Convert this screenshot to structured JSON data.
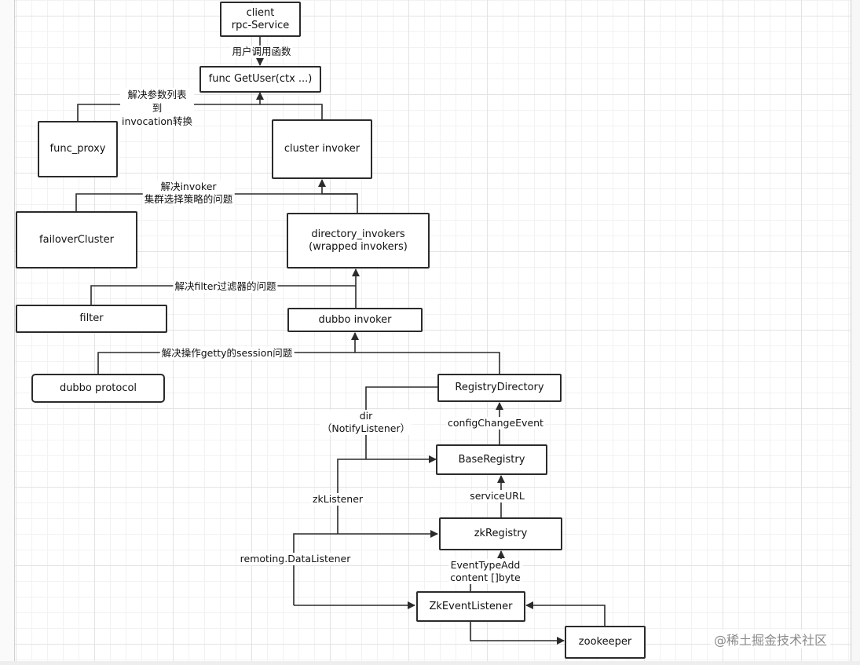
{
  "nodes": {
    "client": "client\nrpc-Service",
    "func_getuser": "func GetUser(ctx ...)",
    "func_proxy": "func_proxy",
    "cluster_invoker": "cluster  invoker",
    "failover_cluster": "failoverCluster",
    "directory_invokers": "directory_invokers\n(wrapped  invokers)",
    "filter": "filter",
    "dubbo_invoker": "dubbo invoker",
    "dubbo_protocol": "dubbo  protocol",
    "registry_directory": "RegistryDirectory",
    "base_registry": "BaseRegistry",
    "zk_registry": "zkRegistry",
    "zk_event_listener": "ZkEventListener",
    "zookeeper": "zookeeper"
  },
  "labels": {
    "user_call": "用户调用函数",
    "resolve_params": "解决参数列表\n到\ninvocation转换",
    "resolve_invoker": "解决invoker\n集群选择策略的问题",
    "resolve_filter": "解决filter过滤器的问题",
    "resolve_getty": "解决操作getty的session问题",
    "dir_notify": "dir\n（NotifyListener）",
    "config_change": "configChangeEvent",
    "zk_listener": "zkListener",
    "service_url": "serviceURL",
    "remoting_data": "remoting.DataListener",
    "event_type": "EventTypeAdd\ncontent []byte"
  },
  "watermark": "@稀土掘金技术社区",
  "colors": {
    "line": "#2b2b2b",
    "grid_major": "#e3e3e3",
    "grid_minor": "#f2f2f2"
  }
}
